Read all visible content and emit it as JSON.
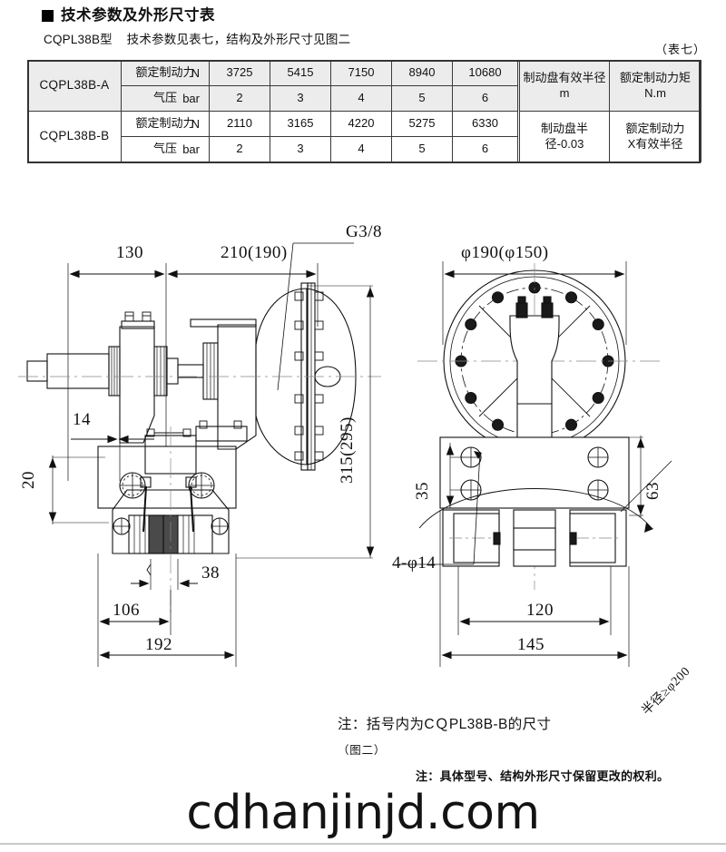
{
  "header": {
    "title": "技术参数及外形尺寸表",
    "subtitle": "CQPL38B型    技术参数见表七，结构及外形尺寸见图二",
    "table_caption": "（表七）"
  },
  "spec_table": {
    "rows": [
      {
        "model": "CQPL38B-A",
        "lines": [
          {
            "label": "额定制动力",
            "unit": "N",
            "values": [
              "3725",
              "5415",
              "7150",
              "8940",
              "10680"
            ]
          },
          {
            "label": "气压",
            "unit": "bar",
            "values": [
              "2",
              "3",
              "4",
              "5",
              "6"
            ]
          }
        ],
        "radius_col": "制动盘有效半径\nm",
        "torque_col": "额定制动力矩\nN.m"
      },
      {
        "model": "CQPL38B-B",
        "lines": [
          {
            "label": "额定制动力",
            "unit": "N",
            "values": [
              "2110",
              "3165",
              "4220",
              "5275",
              "6330"
            ]
          },
          {
            "label": "气压",
            "unit": "bar",
            "values": [
              "2",
              "3",
              "4",
              "5",
              "6"
            ]
          }
        ],
        "radius_col": "制动盘半径-0.03",
        "torque_col": "额定制动力\nX有效半径"
      }
    ]
  },
  "drawing_left": {
    "name": "side-elevation-view",
    "dimensions": {
      "d130": "130",
      "d210": "210(190)",
      "g38": "G3/8",
      "d315": "315(295)",
      "d14": "14",
      "d20": "20",
      "d38": "38",
      "d106": "106",
      "d192": "192"
    }
  },
  "drawing_right": {
    "name": "front-elevation-view",
    "dimensions": {
      "phi190": "φ190(φ150)",
      "d35": "35",
      "d63": "63",
      "holes": "4-φ14",
      "radius_note": "半径≥φ200",
      "d120": "120",
      "d145": "145"
    }
  },
  "notes": {
    "bracket_note": "注：括号内为CＱPL38B-B的尺寸",
    "figure_label": "（图二）",
    "rights_note": "注：具体型号、结构外形尺寸保留更改的权利。"
  },
  "watermark": "cdhanjinjd.com"
}
